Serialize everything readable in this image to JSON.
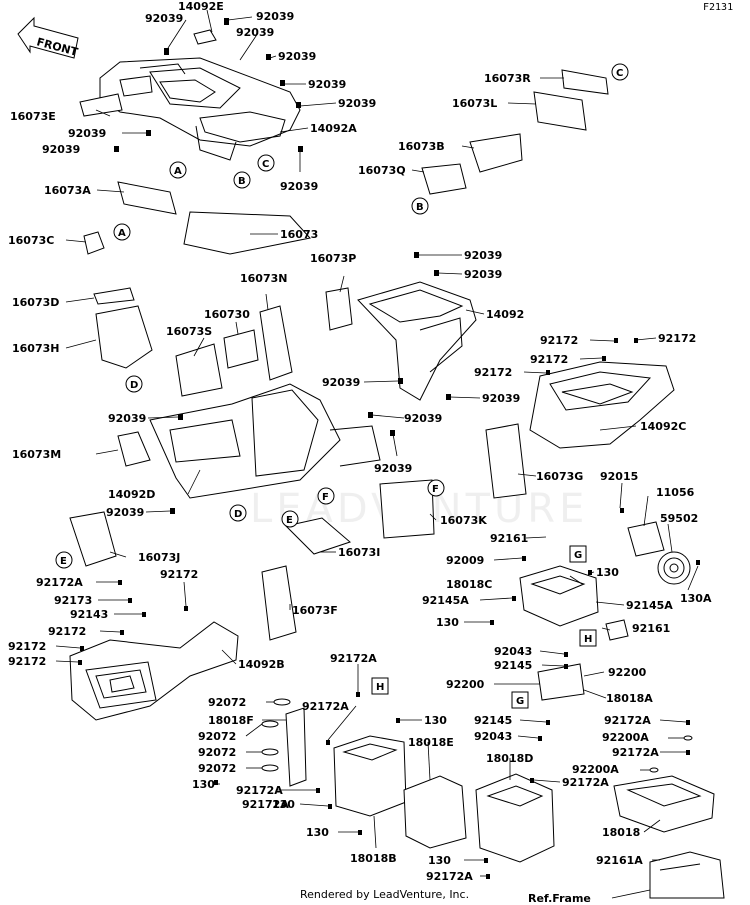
{
  "header": {
    "diagram_code": "F2131",
    "front_label": "FRONT"
  },
  "footer": {
    "credit": "Rendered by LeadVenture, Inc.",
    "ref_frame": "Ref.Frame"
  },
  "watermark": "LEADVENTURE",
  "labels": {
    "l_14092E": "14092E",
    "l_92039_a": "92039",
    "l_92039_b": "92039",
    "l_92039_c": "92039",
    "l_92039_d": "92039",
    "l_92039_e": "92039",
    "l_92039_f": "92039",
    "l_16073E": "16073E",
    "l_92039_g": "92039",
    "l_92039_h": "92039",
    "l_14092A": "14092A",
    "l_92039_i": "92039",
    "l_16073A": "16073A",
    "l_16073C": "16073C",
    "l_16073": "16073",
    "l_16073R": "16073R",
    "l_16073L": "16073L",
    "l_16073B": "16073B",
    "l_16073Q": "16073Q",
    "l_16073P": "16073P",
    "l_92039_j": "92039",
    "l_92039_k": "92039",
    "l_14092": "14092",
    "l_16073N": "16073N",
    "l_16073D": "16073D",
    "l_160730": "160730",
    "l_16073S": "16073S",
    "l_16073H": "16073H",
    "l_92039_l": "92039",
    "l_92039_m": "92039",
    "l_92172_a": "92172",
    "l_92172_b": "92172",
    "l_92172_c": "92172",
    "l_92172_d": "92172",
    "l_92039_n": "92039",
    "l_92039_o": "92039",
    "l_14092C": "14092C",
    "l_92039_p": "92039",
    "l_16073M": "16073M",
    "l_14092D": "14092D",
    "l_16073G": "16073G",
    "l_92015": "92015",
    "l_11056": "11056",
    "l_92039_q": "92039",
    "l_16073K": "16073K",
    "l_59502": "59502",
    "l_16073J": "16073J",
    "l_16073I": "16073I",
    "l_92161_a": "92161",
    "l_92009": "92009",
    "l_130_a": "130",
    "l_18018C": "18018C",
    "l_130A": "130A",
    "l_92172A_a": "92172A",
    "l_92172_e": "92172",
    "l_92145A_a": "92145A",
    "l_92145A_b": "92145A",
    "l_92173": "92173",
    "l_16073F": "16073F",
    "l_92143": "92143",
    "l_130_b": "130",
    "l_92161_b": "92161",
    "l_92172_f": "92172",
    "l_92172_g": "92172",
    "l_92043_a": "92043",
    "l_92145_a": "92145",
    "l_92200": "92200",
    "l_14092B": "14092B",
    "l_92172A_b": "92172A",
    "l_92200_b": "92200",
    "l_18018A": "18018A",
    "l_92072_a": "92072",
    "l_92172A_c": "92172A",
    "l_92145_b": "92145",
    "l_18018F": "18018F",
    "l_130_c": "130",
    "l_92043_b": "92043",
    "l_92172A_d": "92172A",
    "l_92072_b": "92072",
    "l_18018E": "18018E",
    "l_92200A_a": "92200A",
    "l_92072_c": "92072",
    "l_92172A_e": "92172A",
    "l_92072_d": "92072",
    "l_18018D": "18018D",
    "l_92200A_b": "92200A",
    "l_130_d": "130",
    "l_92172A_f": "92172A",
    "l_92172A_g": "92172A",
    "l_130_e": "130",
    "l_18018": "18018",
    "l_18018B": "18018B",
    "l_130_f": "130",
    "l_92161A": "92161A",
    "l_92172A_h": "92172A"
  },
  "callouts": {
    "A": "A",
    "B": "B",
    "C": "C",
    "D": "D",
    "E": "E",
    "F": "F",
    "G": "G",
    "H": "H"
  }
}
